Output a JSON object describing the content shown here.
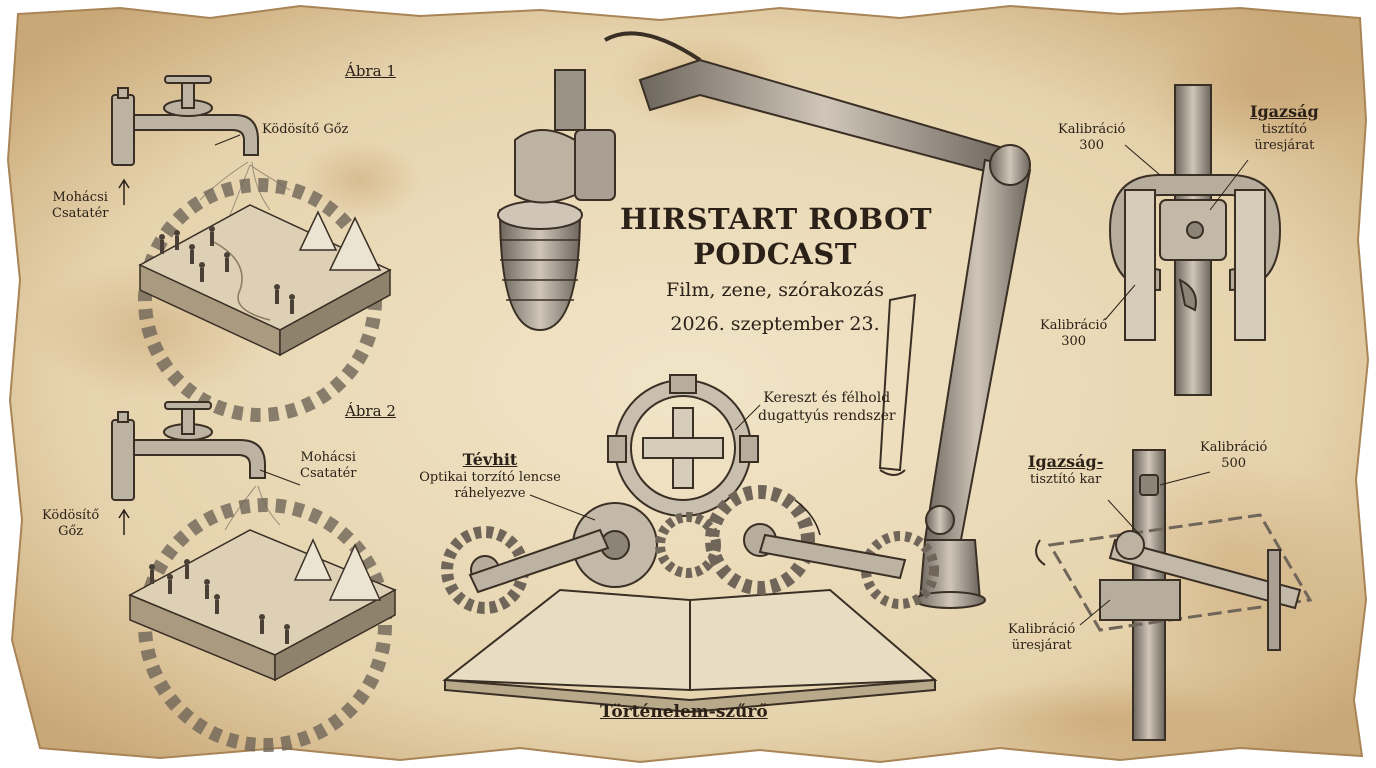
{
  "poster": {
    "title_line1": "HIRSTART ROBOT",
    "title_line2": "PODCAST",
    "subtitle": "Film, zene, szórakozás",
    "date": "2026. szeptember 23."
  },
  "left_panel": {
    "fig1": {
      "caption": "Ábra 1",
      "steam_label": "Ködösítő Gőz",
      "battlefield_line1": "Mohácsi",
      "battlefield_line2": "Csatatér"
    },
    "fig2": {
      "caption": "Ábra 2",
      "battlefield_line1": "Mohácsi",
      "battlefield_line2": "Csatatér",
      "steam_line1": "Ködösítő",
      "steam_line2": "Gőz"
    }
  },
  "center_machine": {
    "cross_line1": "Kereszt és félhold",
    "cross_line2": "dugattyús rendszer",
    "myth_heading": "Tévhit",
    "myth_line1": "Optikai torzító lencse",
    "myth_line2": "ráhelyezve",
    "caption": "Történelem-szűrő"
  },
  "right_top": {
    "calib_a_line1": "Kalibráció",
    "calib_a_line2": "300",
    "truth_heading": "Igazság",
    "truth_line1": "tisztító",
    "truth_line2": "üresjárat",
    "calib_b_line1": "Kalibráció",
    "calib_b_line2": "300"
  },
  "right_bottom": {
    "truth_heading": "Igazság-",
    "truth_line2": "tisztító kar",
    "calib_top_line1": "Kalibráció",
    "calib_top_line2": "500",
    "calib_bottom_line1": "Kalibráció",
    "calib_bottom_line2": "üresjárat"
  },
  "colors": {
    "parchment": "#e9d9b8",
    "stain": "#b98a52",
    "ink": "#2b2118",
    "metal": "#8d8478"
  }
}
